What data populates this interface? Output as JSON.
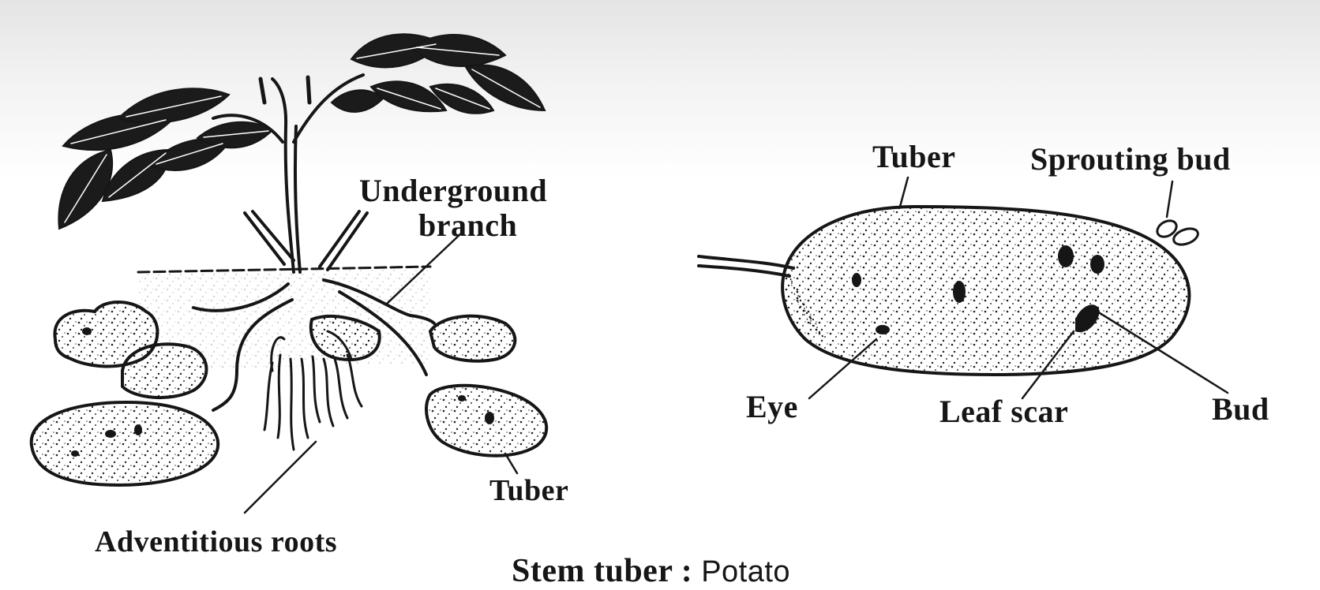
{
  "figure": {
    "caption_bold": "Stem tuber :",
    "caption_normal": "Potato"
  },
  "plant_labels": {
    "underground_line1": "Underground",
    "underground_line2": "branch",
    "tuber": "Tuber",
    "roots": "Adventitious roots"
  },
  "tuber_labels": {
    "tuber": "Tuber",
    "sprouting_bud": "Sprouting bud",
    "eye": "Eye",
    "leaf_scar": "Leaf scar",
    "bud": "Bud"
  },
  "colors": {
    "ink": "#161616",
    "paper": "#ffffff",
    "shade": "#e4e4e4"
  }
}
